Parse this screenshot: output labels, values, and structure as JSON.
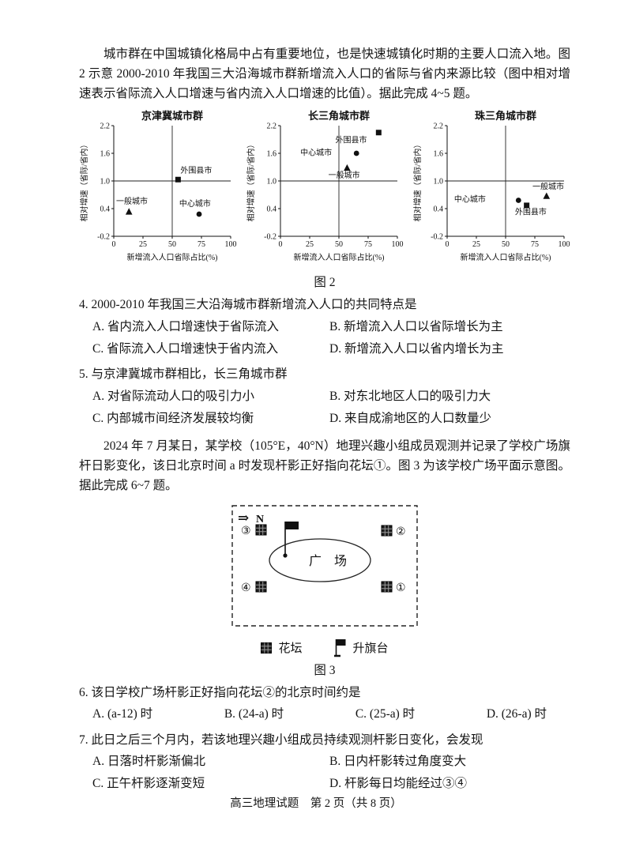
{
  "intro1": "城市群在中国城镇化格局中占有重要地位，也是快速城镇化时期的主要人口流入地。图 2 示意 2000-2010 年我国三大沿海城市群新增流入人口的省际与省内来源比较（图中相对增速表示省际流入人口增速与省内流入人口增速的比值）。据此完成 4~5 题。",
  "fig2_caption": "图 2",
  "chart_data": [
    {
      "type": "scatter",
      "title": "京津冀城市群",
      "xlabel": "新增流入人口省际占比(%)",
      "ylabel": "相对增速（省际/省内）",
      "xlim": [
        0,
        100
      ],
      "ylim": [
        -0.2,
        2.2
      ],
      "xticks": [
        "0",
        "25",
        "50",
        "75",
        "100"
      ],
      "yticks": [
        "-0.2",
        "0.4",
        "1.0",
        "1.6",
        "2.2"
      ],
      "vline": 50,
      "hline": 1.0,
      "points": [
        {
          "name": "外围县市",
          "marker": "square",
          "x": 55,
          "y": 1.03,
          "label_x": 57,
          "label_y": 1.17
        },
        {
          "name": "一般城市",
          "marker": "triangle",
          "x": 13,
          "y": 0.33,
          "label_x": 2,
          "label_y": 0.5
        },
        {
          "name": "中心城市",
          "marker": "circle",
          "x": 73,
          "y": 0.28,
          "label_x": 56,
          "label_y": 0.45
        }
      ]
    },
    {
      "type": "scatter",
      "title": "长三角城市群",
      "xlabel": "新增流入人口省际占比(%)",
      "ylabel": "相对增速（省际/省内）",
      "xlim": [
        0,
        100
      ],
      "ylim": [
        -0.2,
        2.2
      ],
      "xticks": [
        "0",
        "25",
        "50",
        "75",
        "100"
      ],
      "yticks": [
        "-0.2",
        "0.4",
        "1.0",
        "1.6",
        "2.2"
      ],
      "vline": 50,
      "hline": 1.0,
      "points": [
        {
          "name": "外围县市",
          "marker": "square",
          "x": 84,
          "y": 2.05,
          "label_x": 47,
          "label_y": 1.83
        },
        {
          "name": "中心城市",
          "marker": "circle",
          "x": 65,
          "y": 1.6,
          "label_x": 17,
          "label_y": 1.56
        },
        {
          "name": "一般城市",
          "marker": "triangle",
          "x": 57,
          "y": 1.28,
          "label_x": 41,
          "label_y": 1.07
        }
      ]
    },
    {
      "type": "scatter",
      "title": "珠三角城市群",
      "xlabel": "新增流入人口省际占比(%)",
      "ylabel": "相对增速（省际/省内）",
      "xlim": [
        0,
        100
      ],
      "ylim": [
        -0.2,
        2.2
      ],
      "xticks": [
        "0",
        "25",
        "50",
        "75",
        "100"
      ],
      "yticks": [
        "-0.2",
        "0.4",
        "1.0",
        "1.6",
        "2.2"
      ],
      "vline": 50,
      "hline": 1.0,
      "points": [
        {
          "name": "中心城市",
          "marker": "circle",
          "x": 61,
          "y": 0.58,
          "label_x": 6,
          "label_y": 0.55
        },
        {
          "name": "一般城市",
          "marker": "triangle",
          "x": 85,
          "y": 0.67,
          "label_x": 73,
          "label_y": 0.82
        },
        {
          "name": "外围县市",
          "marker": "square",
          "x": 68,
          "y": 0.47,
          "label_x": 58,
          "label_y": 0.27
        }
      ]
    }
  ],
  "questions": {
    "q4": {
      "stem": "4. 2000-2010 年我国三大沿海城市群新增流入人口的共同特点是",
      "options": [
        "A. 省内流入人口增速快于省际流入",
        "B. 新增流入人口以省际增长为主",
        "C. 省际流入人口增速快于省内流入",
        "D. 新增流入人口以省内增长为主"
      ]
    },
    "q5": {
      "stem": "5. 与京津冀城市群相比，长三角城市群",
      "options": [
        "A. 对省际流动人口的吸引力小",
        "B. 对东北地区人口的吸引力大",
        "C. 内部城市间经济发展较均衡",
        "D. 来自成渝地区的人口数量少"
      ]
    },
    "q6": {
      "stem": "6. 该日学校广场杆影正好指向花坛②的北京时间约是",
      "options": [
        "A. (a-12) 时",
        "B. (24-a) 时",
        "C. (25-a) 时",
        "D. (26-a) 时"
      ]
    },
    "q7": {
      "stem": "7. 此日之后三个月内，若该地理兴趣小组成员持续观测杆影日变化，会发现",
      "options": [
        "A. 日落时杆影渐偏北",
        "B. 日内杆影转过角度变大",
        "C. 正午杆影逐渐变短",
        "D. 杆影每日均能经过③④"
      ]
    }
  },
  "intro2": "2024 年 7 月某日，某学校（105°E，40°N）地理兴趣小组成员观测并记录了学校广场旗杆日影变化，该日北京时间 a 时发现杆影正好指向花坛①。图 3 为该学校广场平面示意图。据此完成 6~7 题。",
  "figure3": {
    "north_label": "N",
    "plaza_label": "广　场",
    "beds": [
      "①",
      "②",
      "③",
      "④"
    ],
    "legend": {
      "bed": "花坛",
      "flag": "升旗台"
    },
    "caption": "图 3"
  },
  "footer": "高三地理试题　第 2 页（共 8 页）"
}
